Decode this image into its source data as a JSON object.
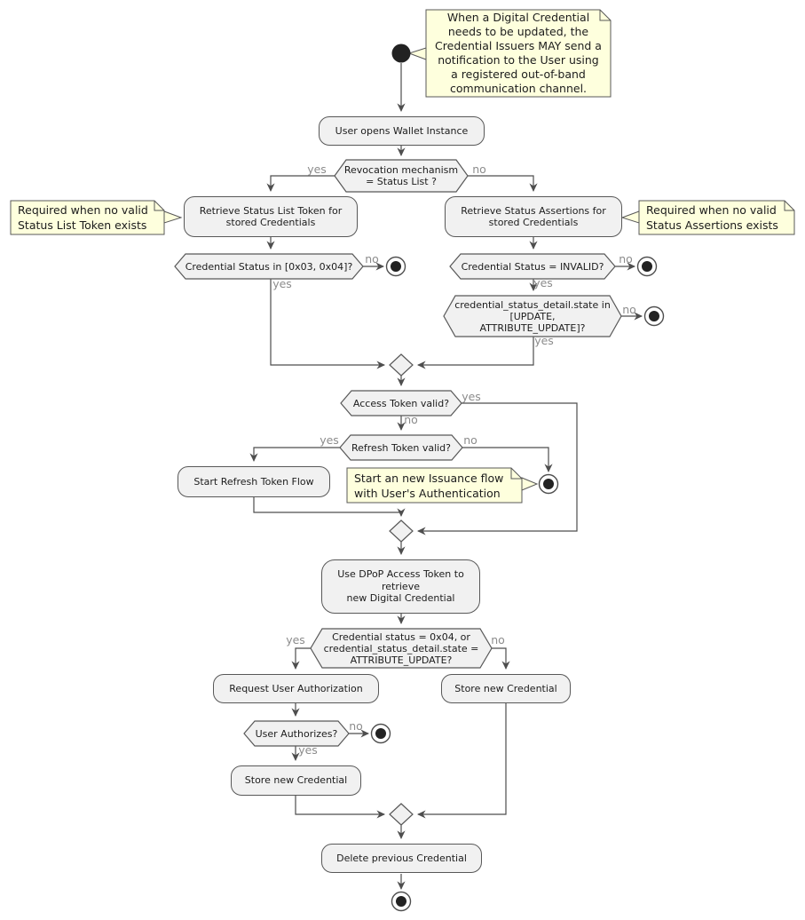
{
  "colors": {
    "background": "#ffffff",
    "node_fill": "#f1f1f1",
    "node_border": "#585858",
    "note_fill": "#feffdd",
    "note_border": "#585858",
    "line": "#4e4e4e",
    "edge_label_text": "#8c8c8c",
    "text": "#1c1c1c",
    "terminal": "#222222"
  },
  "labels": {
    "yes": "yes",
    "no": "no"
  },
  "start_note": "When a Digital Credential\nneeds to be updated, the\nCredential Issuers MAY send a\nnotification to the User using\na registered out-of-band\ncommunication channel.",
  "activities": {
    "open_wallet": "User opens Wallet Instance",
    "retrieve_status_list": "Retrieve Status List Token for\nstored Credentials",
    "retrieve_status_assertions": "Retrieve Status Assertions for\nstored Credentials",
    "start_refresh_token_flow": "Start Refresh Token Flow",
    "use_dpop_token": "Use DPoP Access Token to\nretrieve\nnew Digital Credential",
    "request_user_authorization": "Request User Authorization",
    "store_new_credential_no_auth": "Store new Credential",
    "store_new_credential_after_auth": "Store new Credential",
    "delete_previous_credential": "Delete previous Credential"
  },
  "decisions": {
    "revocation_mechanism": "Revocation mechanism\n= Status List ?",
    "credential_status_in_range": "Credential Status in [0x03, 0x04]?",
    "credential_status_invalid": "Credential Status = INVALID?",
    "detail_state_in_update": "credential_status_detail.state in\n[UPDATE,\nATTRIBUTE_UPDATE]?",
    "access_token_valid": "Access Token valid?",
    "refresh_token_valid": "Refresh Token valid?",
    "status_0x04_or_attribute_update": "Credential status = 0x04, or\ncredential_status_detail.state =\nATTRIBUTE_UPDATE?",
    "user_authorizes": "User Authorizes?"
  },
  "notes": {
    "status_list_required": "Required when no valid\nStatus List Token exists",
    "status_assertions_required": "Required when no valid\nStatus Assertions exists",
    "new_issuance_flow": "Start an new Issuance flow\nwith User's Authentication"
  }
}
